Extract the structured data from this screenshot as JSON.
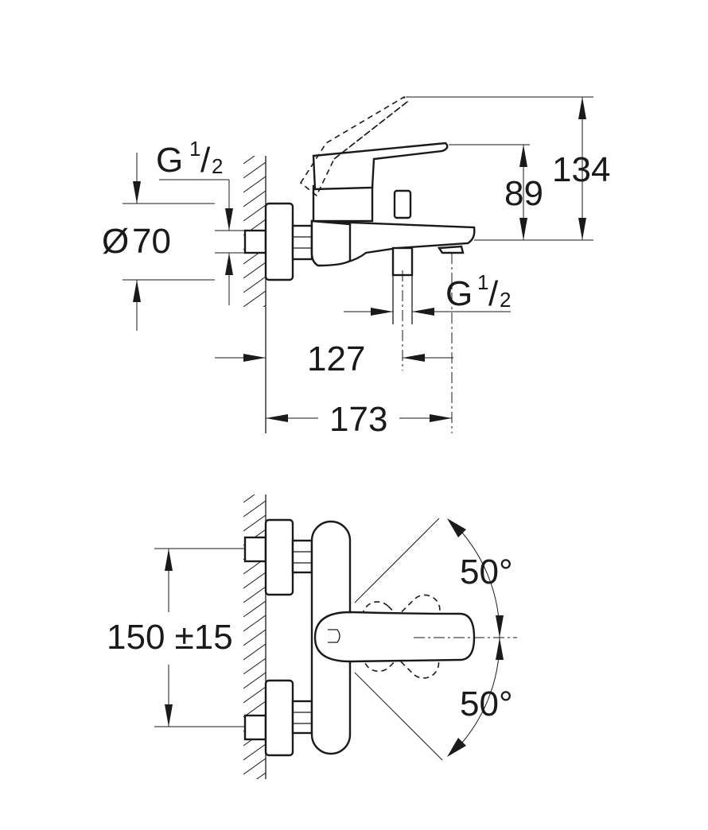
{
  "top_view": {
    "thread_inlet": {
      "letter": "G",
      "numerator": "1",
      "denominator": "2"
    },
    "thread_outlet": {
      "letter": "G",
      "numerator": "1",
      "denominator": "2"
    },
    "diameter_symbol": "Ø",
    "diameter_value": "70",
    "height_outer": "134",
    "height_inner": "89",
    "depth_outlet": "127",
    "depth_total": "173"
  },
  "bottom_view": {
    "centers": "150 ±15",
    "angle_upper": "50°",
    "angle_lower": "50°"
  }
}
